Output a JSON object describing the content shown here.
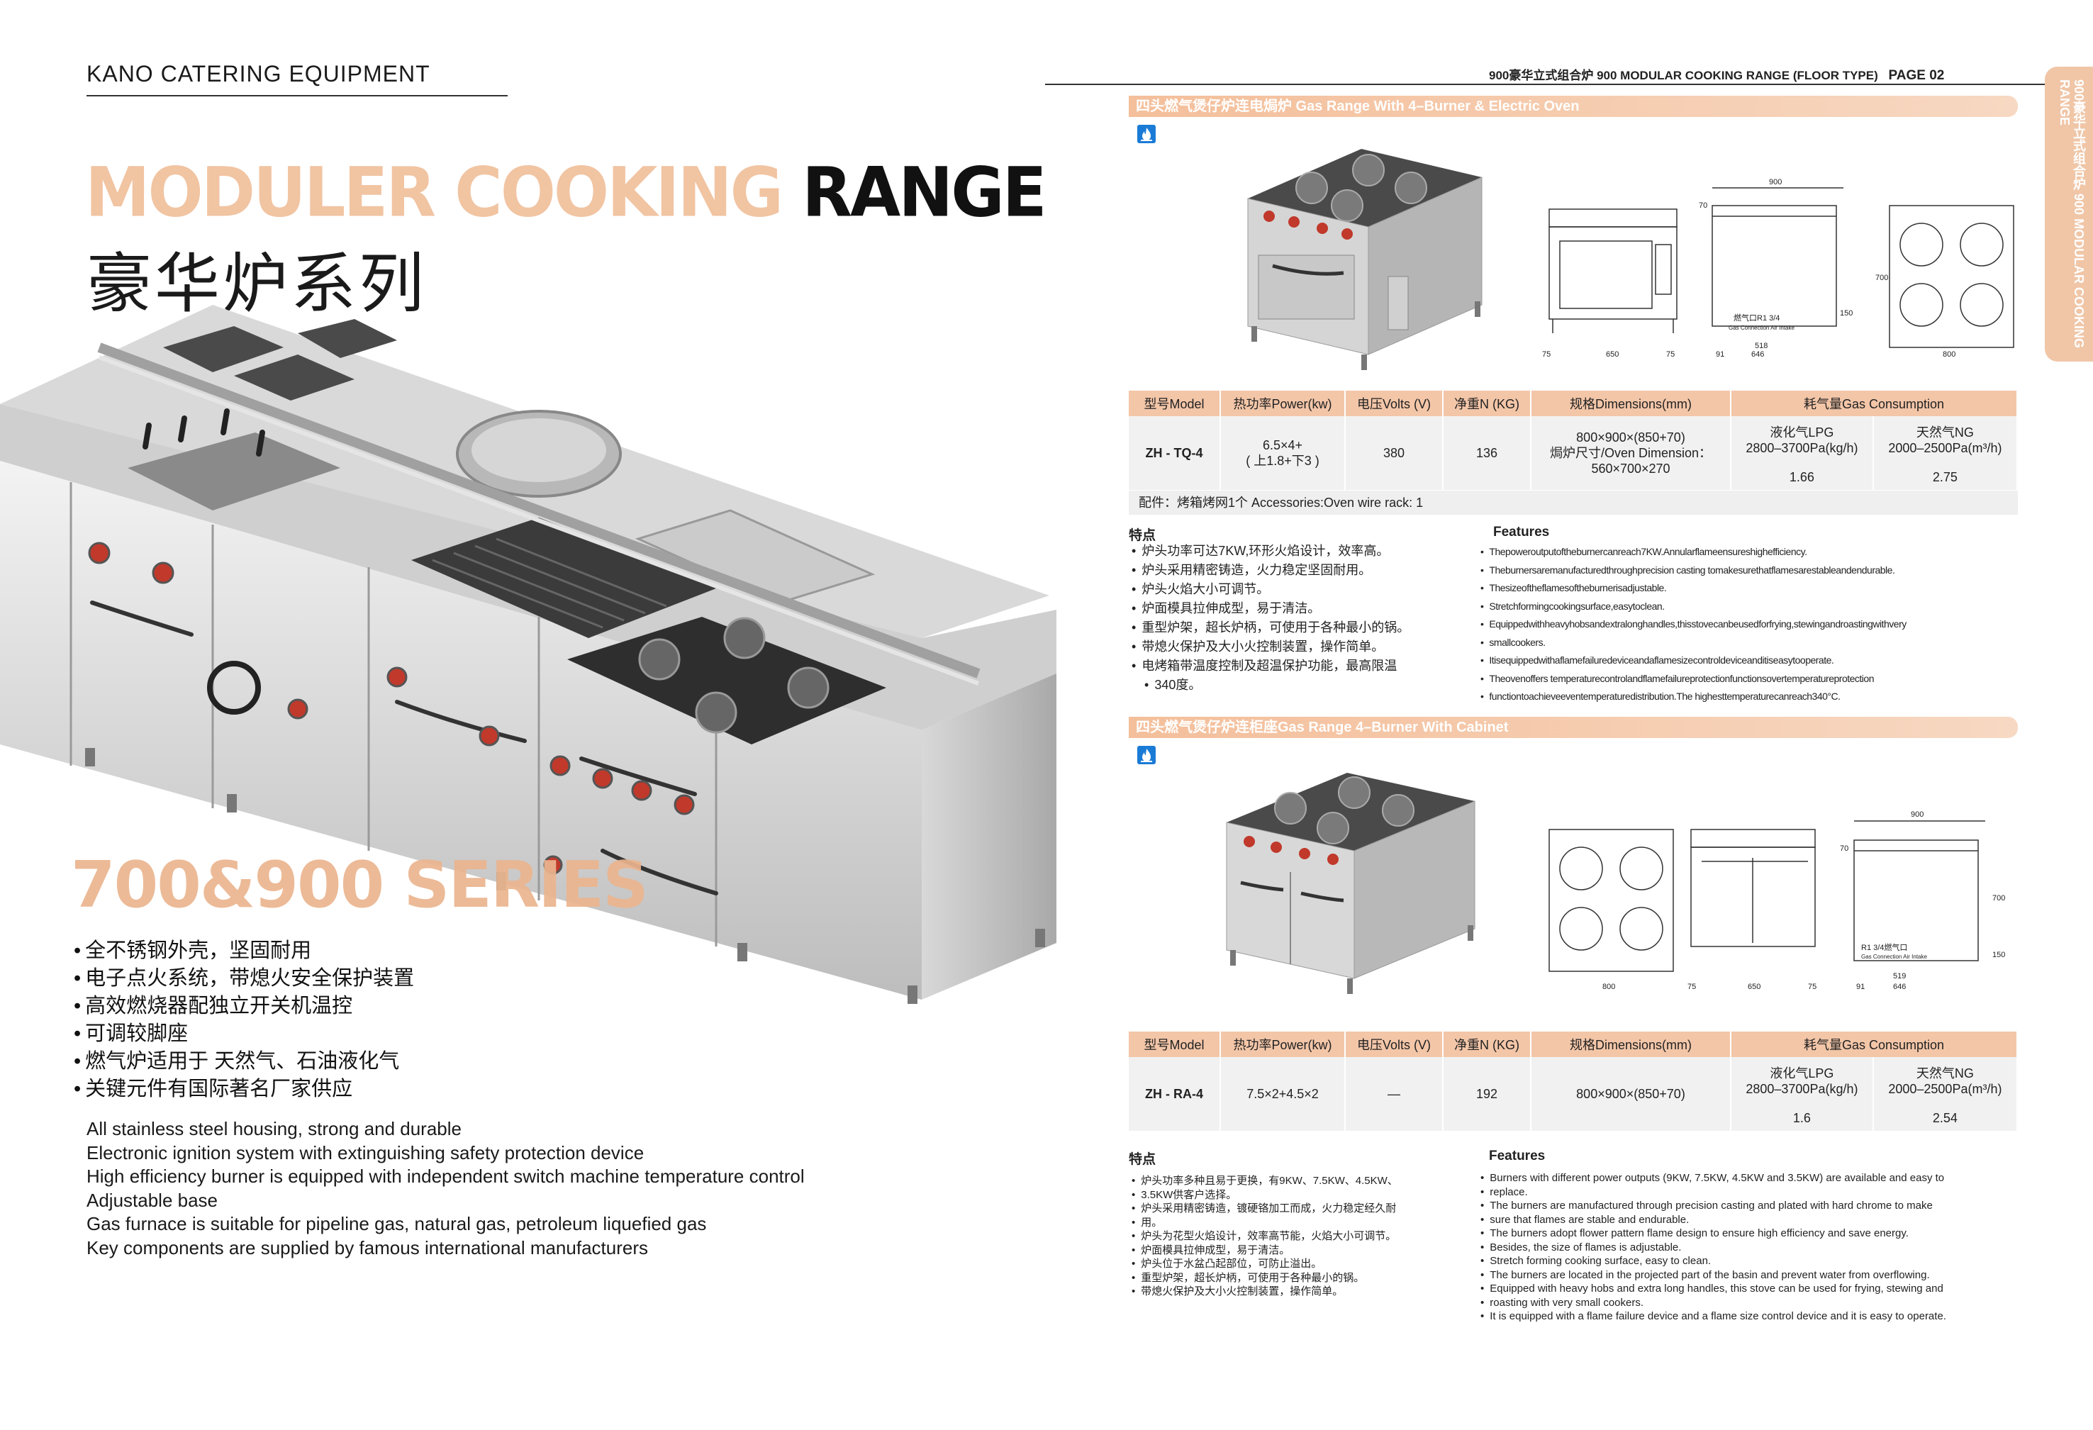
{
  "left": {
    "brand": "KANO CATERING EQUIPMENT",
    "title_accent": "MODULER COOKING",
    "title_dark": "RANGE",
    "title_cn": "豪华炉系列",
    "series": "700&900 SERIES",
    "cn_bullets": [
      "全不锈钢外壳，坚固耐用",
      "电子点火系统，带熄火安全保护装置",
      "高效燃烧器配独立开关机温控",
      "可调较脚座",
      "燃气炉适用于 天然气、石油液化气",
      "关键元件有国际著名厂家供应"
    ],
    "en_lines": [
      "All stainless steel housing, strong and durable",
      "Electronic ignition system with extinguishing safety protection device",
      "High efficiency burner is equipped with independent switch machine temperature control",
      "Adjustable base",
      "Gas furnace is suitable for pipeline gas, natural gas, petroleum liquefied gas",
      "Key components are supplied by famous international manufacturers"
    ]
  },
  "right": {
    "header": "900豪华立式组合炉 900 MODULAR COOKING RANGE (FLOOR TYPE)",
    "page": "PAGE 02",
    "side_tab": "900豪华立式组合炉 900 MODULAR COOKING RANGE",
    "headers": [
      "型号Model",
      "热功率Power(kw)",
      "电压Volts (V)",
      "净重N (KG)",
      "规格Dimensions(mm)",
      "耗气量Gas Consumption"
    ],
    "p1": {
      "bar": "四头燃气煲仔炉连电焗炉 Gas Range With 4–Burner & Electric Oven",
      "model": "ZH - TQ-4",
      "power": [
        "6.5×4+",
        "( 上1.8+下3 )"
      ],
      "volts": "380",
      "weight": "136",
      "dims": [
        "800×900×(850+70)",
        "焗炉尺寸/Oven Dimension：",
        "560×700×270"
      ],
      "lpg_label": [
        "液化气LPG",
        "2800–3700Pa(kg/h)"
      ],
      "ng_label": [
        "天然气NG",
        "2000–2500Pa(m³/h)"
      ],
      "lpg": "1.66",
      "ng": "2.75",
      "acc": "配件：烤箱烤网1个      Accessories:Oven wire rack: 1",
      "feat_cn_h": "特点",
      "feat_cn": [
        "炉头功率可达7KW,环形火焰设计，效率高。",
        "炉头采用精密铸造，火力稳定坚固耐用。",
        "炉头火焰大小可调节。",
        "炉面模具拉伸成型，易于清洁。",
        "重型炉架，超长炉柄，可使用于各种最小的锅。",
        "带熄火保护及大小火控制装置，操作简单。",
        "电烤箱带温度控制及超温保护功能，最高限温",
        "340度。"
      ],
      "feat_en_h": "Features",
      "feat_en": [
        "Thepoweroutputoftheburnercanreach7KW.Annularflameensureshighefficiency.",
        "Theburnersaremanufacturedthroughprecision casting  tomakesurethatflamesarestableandendurable.",
        "Thesizeoftheflamesoftheburnerisadjustable.",
        "Stretchformingcookingsurface,easytoclean.",
        "Equippedwithheavyhobsandextralonghandles,thisstovecanbeusedforfrying,stewingandroastingwithvery",
        "smallcookers.",
        "Itisequippedwithaflamefailuredeviceandaflamesizecontroldeviceanditiseasytooperate.",
        "Theovenoffers temperaturecontrolandflamefailureprotectionfunctionsovertemperatureprotection",
        "functiontoachieveeventemperaturedistribution.The  highesttemperaturecanreach340°C."
      ]
    },
    "p2": {
      "bar": "四头燃气煲仔炉连柜座Gas Range 4–Burner With Cabinet",
      "model": "ZH - RA-4",
      "power": "7.5×2+4.5×2",
      "volts": "—",
      "weight": "192",
      "dims": "800×900×(850+70)",
      "lpg_label": [
        "液化气LPG",
        "2800–3700Pa(kg/h)"
      ],
      "ng_label": [
        "天然气NG",
        "2000–2500Pa(m³/h)"
      ],
      "lpg": "1.6",
      "ng": "2.54",
      "feat_cn_h": "特点",
      "feat_cn": [
        "炉头功率多种且易于更换，有9KW、7.5KW、4.5KW、",
        "3.5KW供客户选择。",
        "炉头采用精密铸造，镀硬铬加工而成，火力稳定经久耐",
        "用。",
        "炉头为花型火焰设计，效率高节能，火焰大小可调节。",
        "炉面模具拉伸成型，易于清洁。",
        "炉头位于水盆凸起部位，可防止溢出。",
        "重型炉架，超长炉柄，可使用于各种最小的锅。",
        "带熄火保护及大小火控制装置，操作简单。"
      ],
      "feat_en_h": "Features",
      "feat_en": [
        "Burners with different power outputs (9KW, 7.5KW, 4.5KW and  3.5KW) are available and easy to",
        "replace.",
        "The burners are manufactured through precision casting and plated with hard chrome to make",
        "sure that flames are stable  and endurable.",
        "The burners adopt flower pattern flame design to ensure high efficiency and save energy.",
        "Besides, the size of flames is   adjustable.",
        "Stretch forming cooking surface, easy to clean.",
        "The burners are located in the projected part of the basin and prevent water from overflowing.",
        "Equipped with heavy hobs and extra long handles, this stove can be used for frying, stewing and",
        "roasting with very small cookers.",
        "It is equipped with a flame failure device and a flame size control device and it is easy to operate."
      ]
    },
    "dims1": [
      "900",
      "70",
      "650",
      "75",
      "75",
      "518",
      "646",
      "91",
      "800",
      "700",
      "150",
      "燃气口R1 3/4",
      "Gas Connection Air Intake"
    ],
    "dims2": [
      "900",
      "70",
      "800",
      "650",
      "75",
      "75",
      "519",
      "646",
      "91",
      "700",
      "150",
      "R1 3/4燃气口",
      "Gas Connection Air Intake"
    ]
  }
}
